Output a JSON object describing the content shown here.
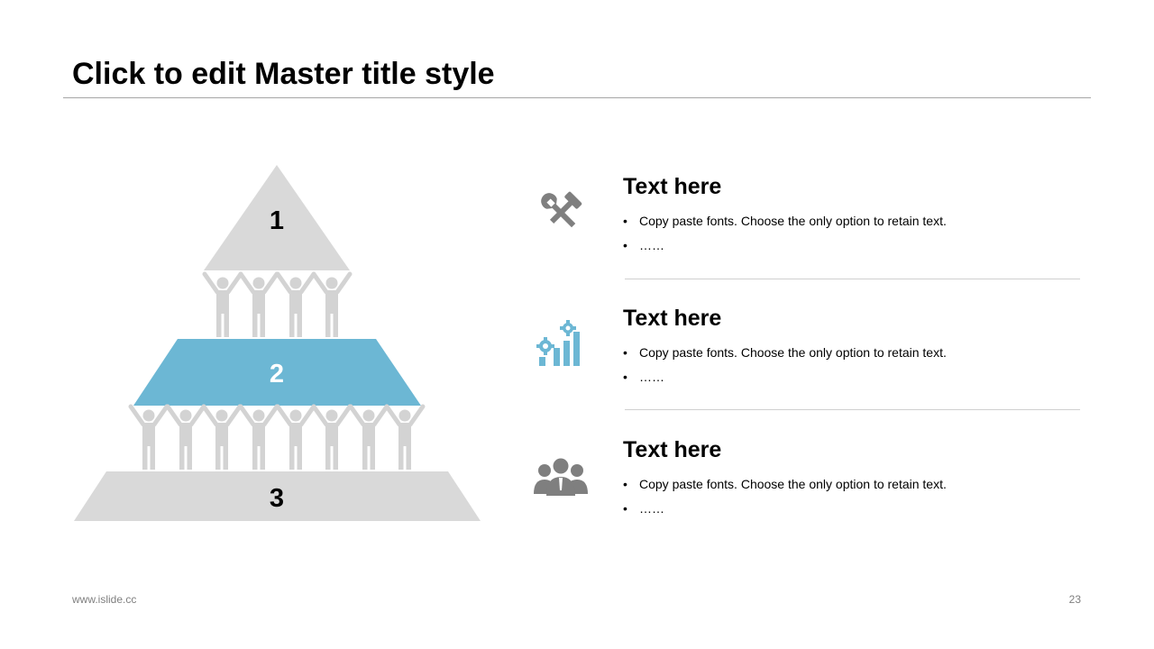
{
  "slide": {
    "title": "Click to edit Master title style",
    "footer_url": "www.islide.cc",
    "page_number": "23"
  },
  "colors": {
    "gray": "#d9d9d9",
    "people": "#d3d3d3",
    "accent": "#6cb7d4",
    "icon_gray": "#7f7f7f"
  },
  "pyramid": {
    "levels": [
      {
        "label": "1"
      },
      {
        "label": "2"
      },
      {
        "label": "3"
      }
    ]
  },
  "items": [
    {
      "icon": "tools-icon",
      "heading": "Text here",
      "bullets": [
        "Copy paste fonts. Choose the only option to retain text.",
        "……"
      ]
    },
    {
      "icon": "chart-gears-icon",
      "heading": "Text here",
      "bullets": [
        "Copy paste fonts. Choose the only option to retain text.",
        "……"
      ]
    },
    {
      "icon": "team-icon",
      "heading": "Text here",
      "bullets": [
        "Copy paste fonts. Choose the only option to retain text.",
        "……"
      ]
    }
  ]
}
